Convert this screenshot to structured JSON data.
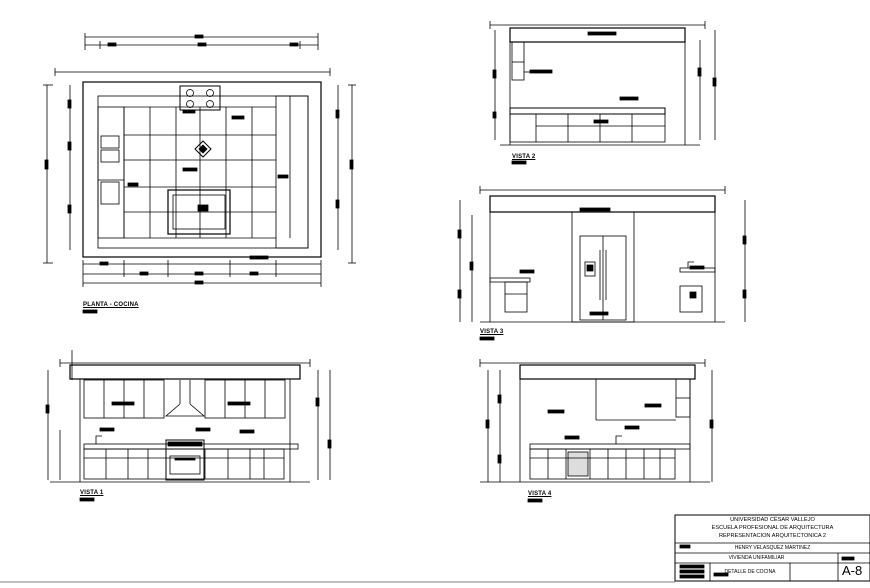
{
  "views": {
    "plan_label": "PLANTA - COCINA",
    "vista1_label": "VISTA 1",
    "vista2_label": "VISTA 2",
    "vista3_label": "VISTA 3",
    "vista4_label": "VISTA 4"
  },
  "title_block": {
    "university": "UNIVERSIDAD CÉSAR VALLEJO",
    "school": "ESCUELA PROFESIONAL DE ARQUITECTURA",
    "course": "REPRESENTACION ARQUITECTONICA 2",
    "project": "VIVIENDA UNIFAMILIAR",
    "author": "HENRY VELASQUEZ MARTINEZ",
    "drawing": "DETALLE DE COCINA",
    "sheet": "A-8"
  }
}
